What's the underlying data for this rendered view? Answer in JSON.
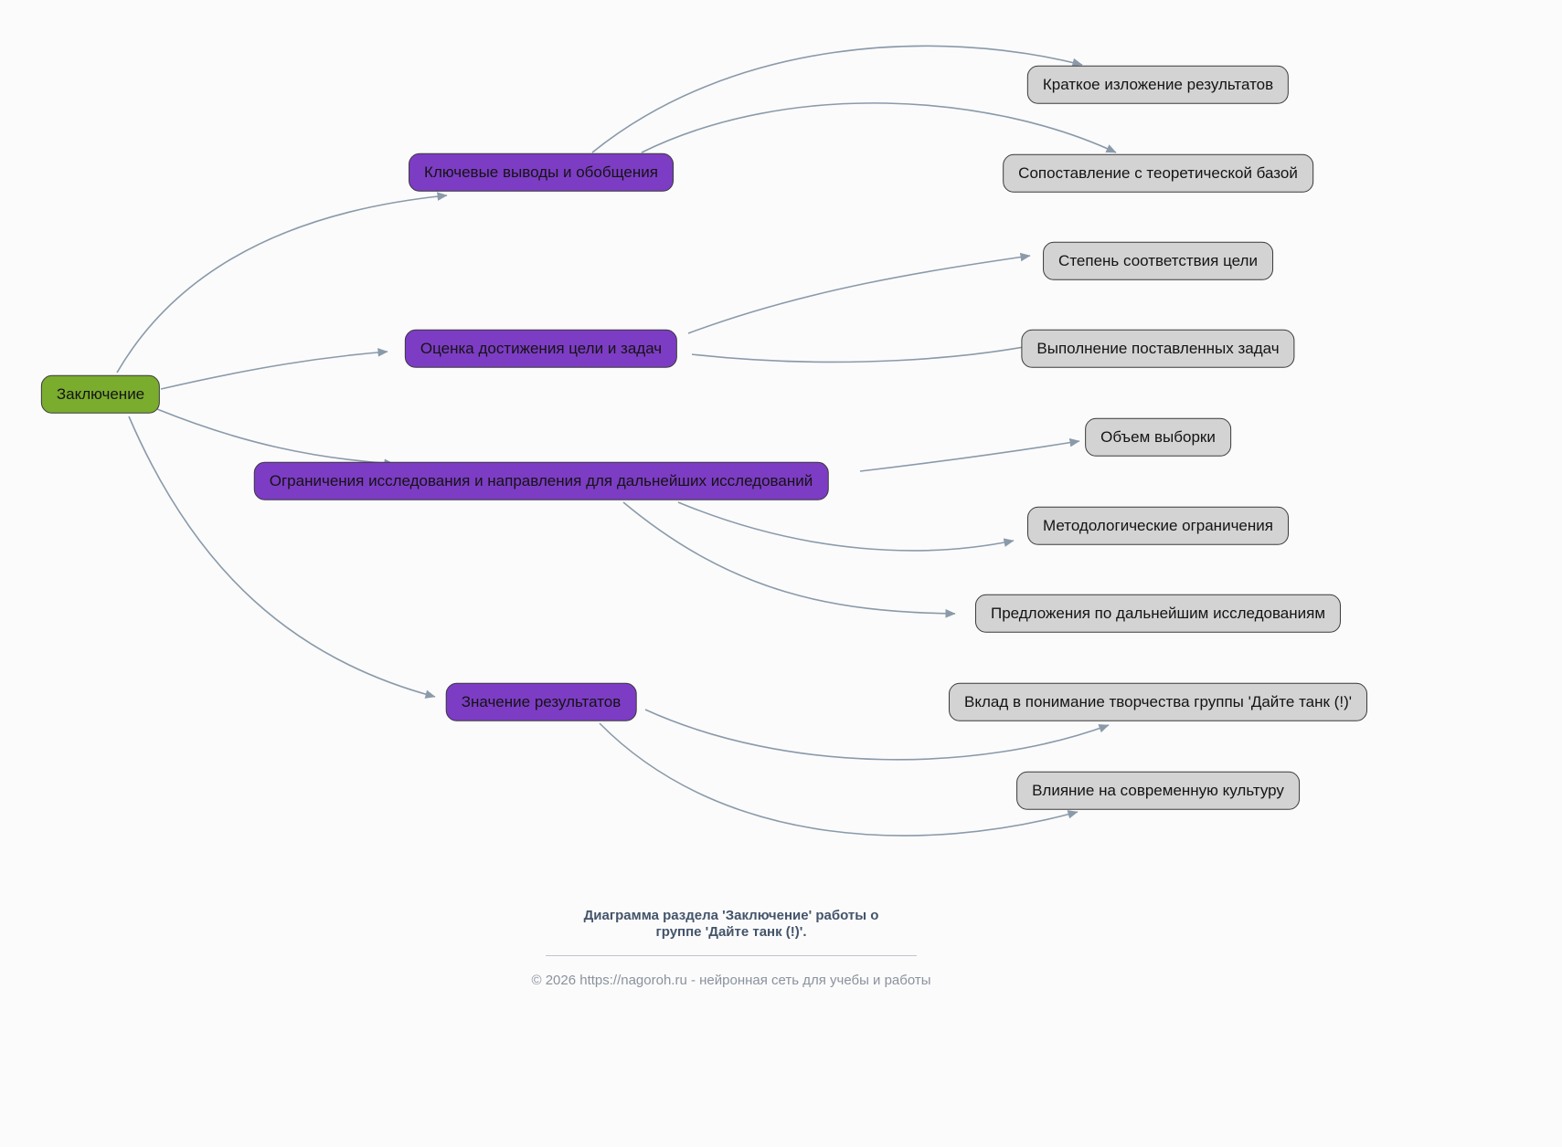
{
  "colors": {
    "bg": "#fbfbfc",
    "node-green": "#7aac2e",
    "node-purple": "#7d3cc4",
    "node-gray": "#d3d3d3",
    "node-border": "#3a3a3a",
    "edge": "#8a9aa9",
    "caption": "#44546a",
    "footer": "#8b929c"
  },
  "diagram": {
    "root": {
      "label": "Заключение"
    },
    "branches": [
      {
        "label": "Ключевые выводы и обобщения",
        "children": [
          {
            "label": "Краткое изложение результатов"
          },
          {
            "label": "Сопоставление с теоретической базой"
          }
        ]
      },
      {
        "label": "Оценка достижения цели и задач",
        "children": [
          {
            "label": "Степень соответствия цели"
          },
          {
            "label": "Выполнение поставленных задач"
          }
        ]
      },
      {
        "label": "Ограничения исследования и направления для дальнейших исследований",
        "children": [
          {
            "label": "Объем выборки"
          },
          {
            "label": "Методологические ограничения"
          },
          {
            "label": "Предложения по дальнейшим исследованиям"
          }
        ]
      },
      {
        "label": "Значение результатов",
        "children": [
          {
            "label": "Вклад в понимание творчества группы 'Дайте танк (!)'"
          },
          {
            "label": "Влияние на современную культуру"
          }
        ]
      }
    ]
  },
  "caption": {
    "line1": "Диаграмма раздела 'Заключение' работы о",
    "line2": "группе 'Дайте танк (!)'."
  },
  "footer": {
    "text": "© 2026 https://nagoroh.ru - нейронная сеть для учебы и работы"
  }
}
